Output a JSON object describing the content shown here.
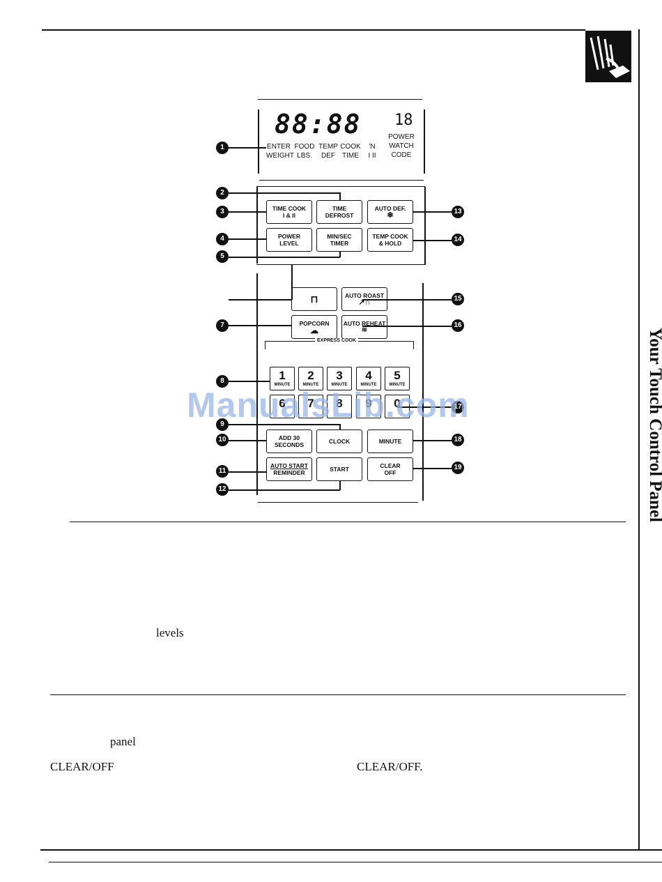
{
  "display": {
    "digits": "88:88",
    "small_digit": "18",
    "labels": [
      {
        "top": "ENTER",
        "bottom": "WEIGHT"
      },
      {
        "top": "FOOD",
        "bottom": "LBS."
      },
      {
        "top": "TEMP",
        "bottom": "DEF"
      },
      {
        "top": "COOK",
        "bottom": "TIME"
      },
      {
        "top": "'N",
        "bottom": "I   II"
      },
      {
        "top": "POWER",
        "mid": "WATCH",
        "bottom": "CODE"
      }
    ]
  },
  "buttons": {
    "time_cook": [
      "TIME COOK",
      "I & II"
    ],
    "time_defrost": [
      "TIME",
      "DEFROST"
    ],
    "auto_def": [
      "AUTO DEF."
    ],
    "power_level": [
      "POWER",
      "LEVEL"
    ],
    "min_sec_timer": [
      "MIN/SEC",
      "TIMER"
    ],
    "temp_cook_hold": [
      "TEMP COOK",
      "& HOLD"
    ],
    "auto_roast": [
      "AUTO ROAST"
    ],
    "popcorn": [
      "POPCORN"
    ],
    "auto_reheat": [
      "AUTO REHEAT"
    ],
    "add_30_seconds": [
      "ADD 30",
      "SECONDS"
    ],
    "clock": [
      "CLOCK"
    ],
    "minute": [
      "MINUTE"
    ],
    "auto_start_reminder": [
      "AUTO START",
      "REMINDER"
    ],
    "start": [
      "START"
    ],
    "clear_off": [
      "CLEAR",
      "OFF"
    ]
  },
  "express_cook": {
    "label": "EXPRESS COOK",
    "keys": [
      {
        "n": "1",
        "s": "MINUTE"
      },
      {
        "n": "2",
        "s": "MINUTE"
      },
      {
        "n": "3",
        "s": "MINUTE"
      },
      {
        "n": "4",
        "s": "MINUTE"
      },
      {
        "n": "5",
        "s": "MINUTE"
      }
    ],
    "row2": [
      "6",
      "7",
      "8",
      "9",
      "0"
    ]
  },
  "callouts": [
    "1",
    "2",
    "3",
    "4",
    "5",
    "7",
    "8",
    "9",
    "10",
    "11",
    "12",
    "13",
    "14",
    "15",
    "16",
    "17",
    "18",
    "19"
  ],
  "watermark": "ManualsLib.com",
  "side_title": "Your Touch Control Panel",
  "body": {
    "levels": "levels",
    "panel": "panel",
    "clear_off_1": "CLEAR/OFF",
    "clear_off_2": "CLEAR/OFF."
  }
}
